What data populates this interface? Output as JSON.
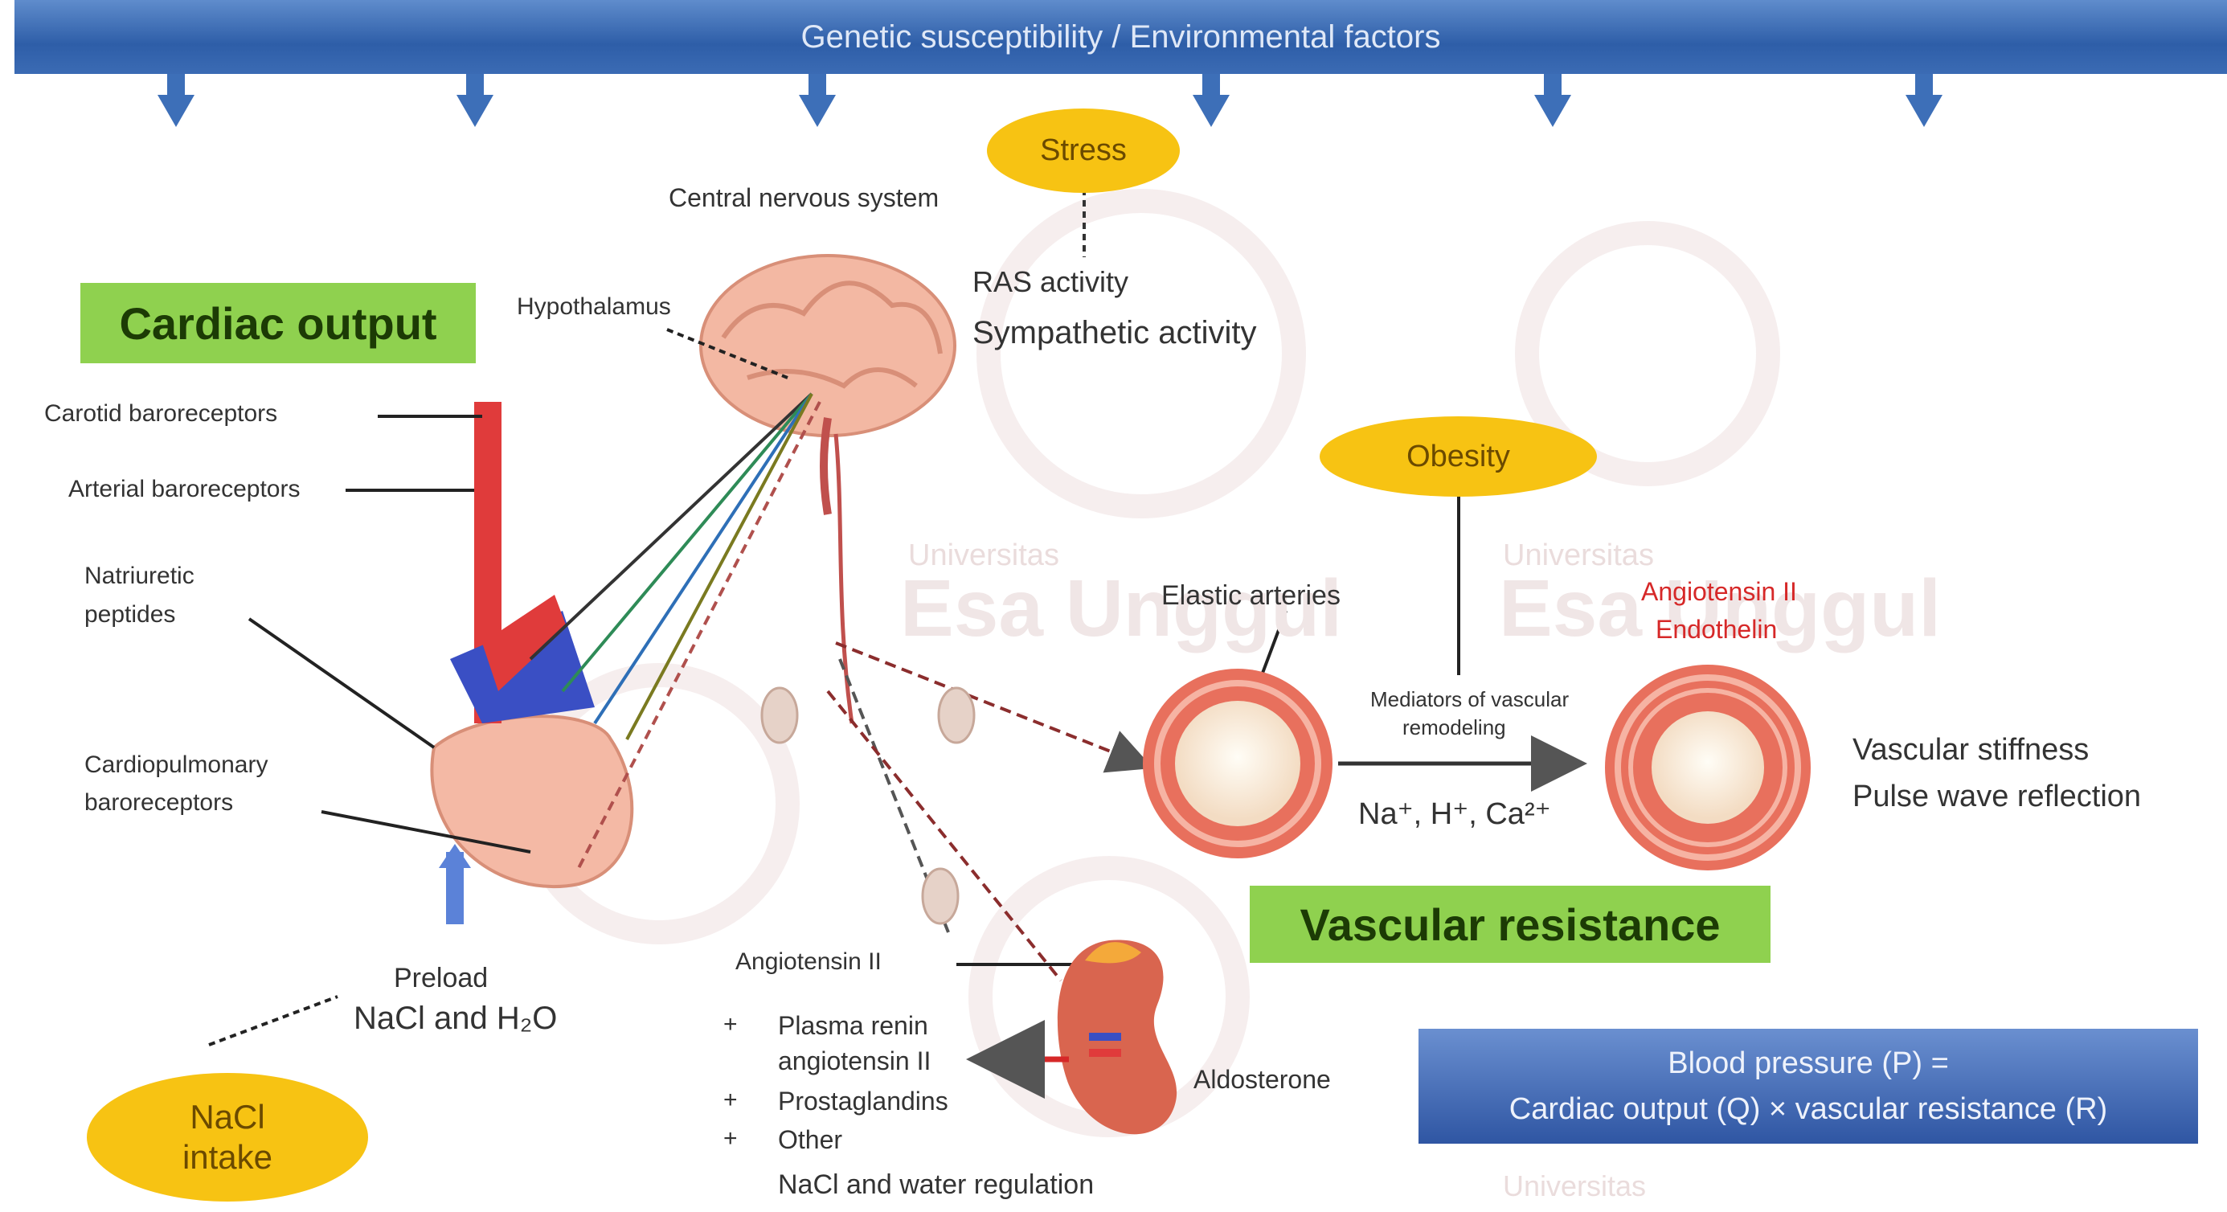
{
  "banner": {
    "text": "Genetic susceptibility / Environmental factors"
  },
  "labels": {
    "stress": "Stress",
    "central_nervous_system": "Central nervous system",
    "hypothalamus": "Hypothalamus",
    "brain_activity": "RAS activity",
    "sympathetic_activity": "Sympathetic activity",
    "cardiac_output": "Cardiac output",
    "carotid_baroreceptors": "Carotid baroreceptors",
    "arterial_baroreceptors": "Arterial baroreceptors",
    "natriuretic_peptides_1": "Natriuretic",
    "natriuretic_peptides_2": "peptides",
    "cardiopulmonary_1": "Cardiopulmonary",
    "cardiopulmonary_2": "baroreceptors",
    "preload_1": "Preload",
    "preload_2": "NaCl and H₂O",
    "nacl_intake_1": "NaCl",
    "nacl_intake_2": "intake",
    "obesity": "Obesity",
    "elastic_arteries": "Elastic arteries",
    "vasoconstriction_1": "Angiotensin II",
    "vasoconstriction_2": "Endothelin",
    "mediators_1": "Mediators of vascular",
    "mediators_2": "remodeling",
    "ions": "Na⁺, H⁺, Ca²⁺",
    "vascular_stiffness": "Vascular stiffness",
    "pulse_wave": "Pulse wave reflection",
    "vascular_resistance": "Vascular resistance",
    "angiotensin": "Angiotensin II",
    "plasma_renin_1": "Plasma renin",
    "plasma_renin_2": "angiotensin II",
    "prostaglandins": "Prostaglandins",
    "other": "Other",
    "nacl_water": "NaCl and water regulation",
    "aldosterone": "Aldosterone",
    "bullet": "+",
    "watermark": "Universitas",
    "watermark_name": "Esa Unggul"
  },
  "formula": {
    "line1": "Blood pressure (P) =",
    "line2": "Cardiac output (Q) × vascular resistance (R)"
  },
  "colors": {
    "banner": "#2e5ea8",
    "green_label": "#8fd14f",
    "yellow_ellipse": "#f7c313",
    "vessel_red": "#e05a4a",
    "vasoconstriction_text": "#d62828"
  }
}
